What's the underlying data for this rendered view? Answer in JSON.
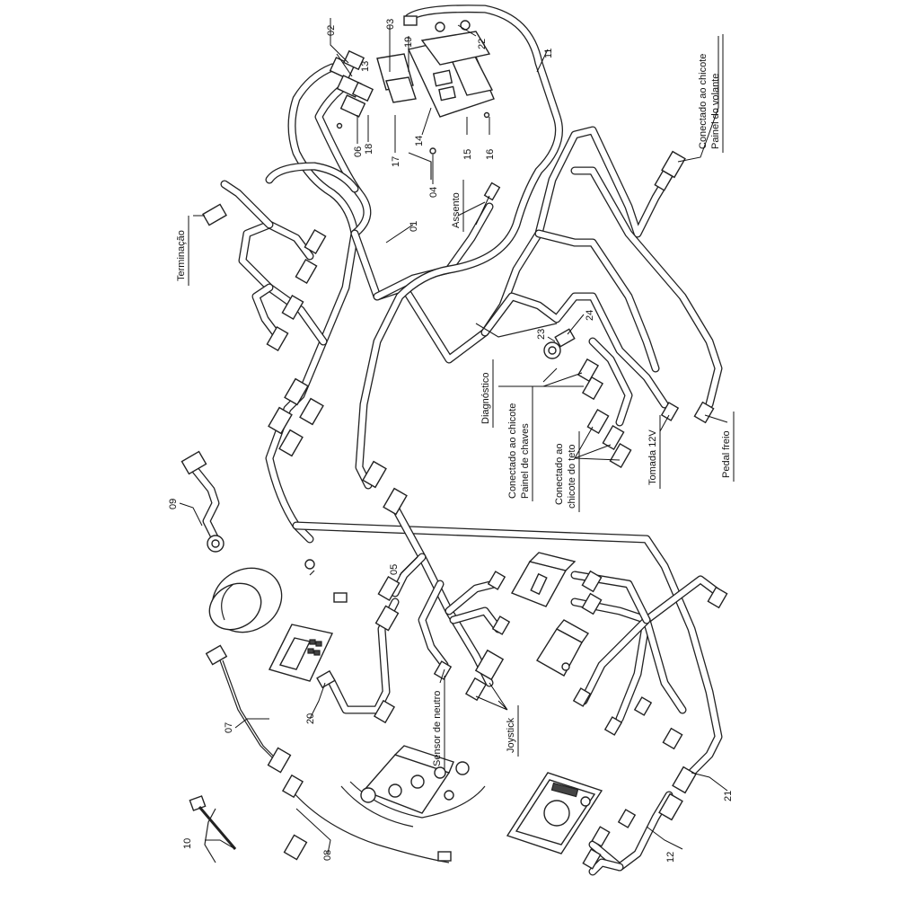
{
  "diagram": {
    "part_numbers": {
      "p01": "01",
      "p02": "02",
      "p03": "03",
      "p04": "04",
      "p05": "05",
      "p06": "06",
      "p07": "07",
      "p08": "08",
      "p09": "09",
      "p10": "10",
      "p11": "11",
      "p12": "12",
      "p13": "13",
      "p14": "14",
      "p15": "15",
      "p16": "16",
      "p17": "17",
      "p18": "18",
      "p19": "19",
      "p20": "20",
      "p21": "21",
      "p22": "22",
      "p23": "23",
      "p24": "24"
    },
    "labels": {
      "terminacao": "Terminação",
      "assento": "Assento",
      "diagnostico": "Diagnóstico",
      "volante_1": "Conectado ao chicote",
      "volante_2": "Painel do volante",
      "chaves_1": "Conectado ao chicote",
      "chaves_2": "Painel de chaves",
      "teto_1": "Conectado ao",
      "teto_2": "chicote do teto",
      "tomada": "Tomada 12V",
      "pedal": "Pedal freio",
      "neutro": "Sensor de neutro",
      "joystick": "Joystick"
    }
  }
}
